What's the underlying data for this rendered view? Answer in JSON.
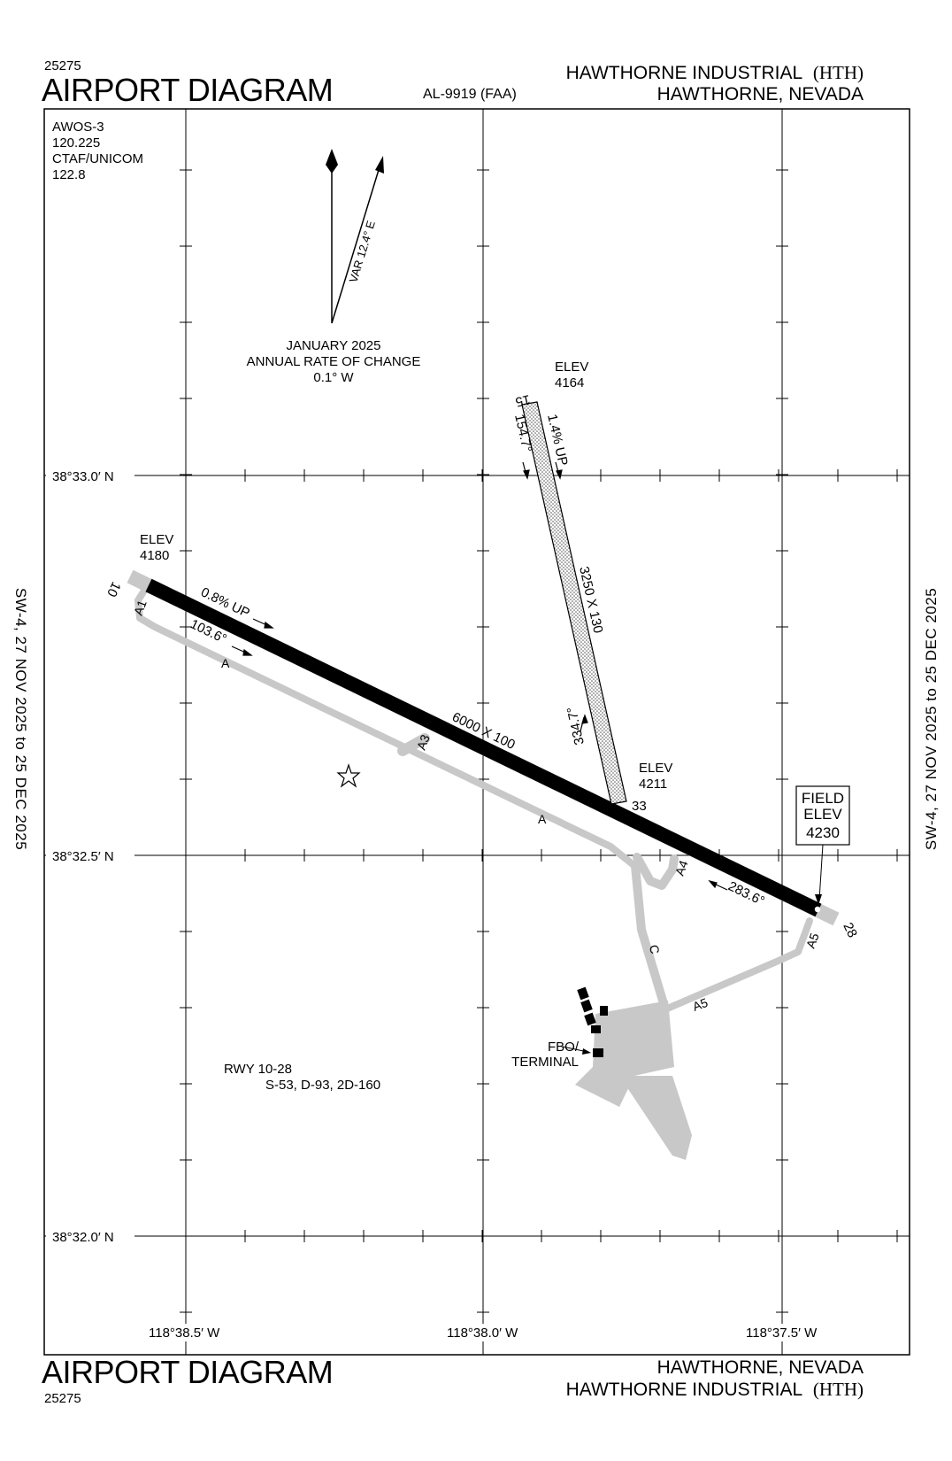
{
  "header": {
    "chart_number_top": "25275",
    "title_top": "AIRPORT DIAGRAM",
    "al_number": "AL-9919 (FAA)",
    "airport_name": "HAWTHORNE INDUSTRIAL",
    "airport_id": "(HTH)",
    "city_state": "HAWTHORNE, NEVADA"
  },
  "footer": {
    "title_bottom": "AIRPORT DIAGRAM",
    "chart_number_bottom": "25275",
    "city_state": "HAWTHORNE, NEVADA",
    "airport_name": "HAWTHORNE INDUSTRIAL",
    "airport_id": "(HTH)"
  },
  "side_labels": {
    "left": "SW-4,  27 NOV 2025  to  25 DEC 2025",
    "right": "SW-4,  27 NOV 2025  to  25 DEC 2025"
  },
  "comms": {
    "line1": "AWOS-3",
    "line2": "120.225",
    "line3": "CTAF/UNICOM",
    "line4": "122.8"
  },
  "magnetic": {
    "variation": "VAR 12.4° E",
    "line1": "JANUARY 2025",
    "line2": "ANNUAL RATE OF CHANGE",
    "line3": "0.1° W"
  },
  "latitudes": [
    "38°33.0′ N",
    "38°32.5′ N",
    "38°32.0′ N"
  ],
  "longitudes": [
    "118°38.5′ W",
    "118°38.0′ W",
    "118°37.5′ W"
  ],
  "runway_10_28": {
    "end_10": "10",
    "end_28": "28",
    "dims": "6000 X 100",
    "gradient": "0.8% UP",
    "hdg_10": "103.6°",
    "hdg_28": "283.6°",
    "elev_label_10": "ELEV",
    "elev_10": "4180",
    "strength_title": "RWY 10-28",
    "strength": "S-53, D-93, 2D-160"
  },
  "runway_15_33": {
    "end_15": "15",
    "end_33": "33",
    "dims": "3250 X 130",
    "gradient": "1.4% UP",
    "hdg_15": "154.7°",
    "hdg_33": "334.7°",
    "elev_label_15": "ELEV",
    "elev_15": "4164",
    "elev_label_33": "ELEV",
    "elev_33": "4211"
  },
  "field_elev": {
    "line1": "FIELD",
    "line2": "ELEV",
    "value": "4230"
  },
  "taxiways": {
    "a": "A",
    "a1": "A1",
    "a3": "A3",
    "a4": "A4",
    "a5": "A5",
    "c": "C"
  },
  "fbo_label_1": "FBO/",
  "fbo_label_2": "TERMINAL",
  "colors": {
    "runway": "#000000",
    "taxiway": "#c8c8c8",
    "grid": "#000000",
    "closed_runway_fill": "#eeeeee"
  }
}
